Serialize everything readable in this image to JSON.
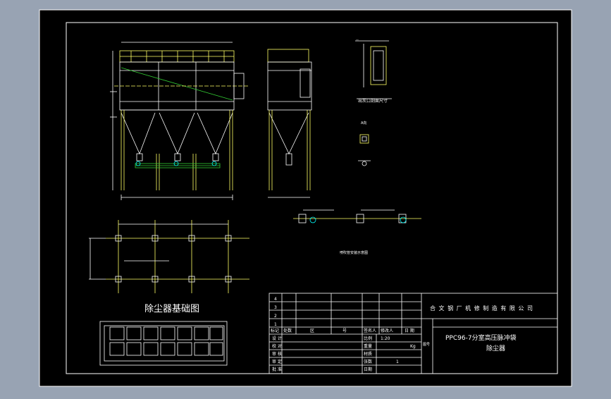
{
  "colors": {
    "background": "#98a3b3",
    "paper": "#000000",
    "line": "#ffffff",
    "yellow": "#ffff66",
    "green": "#33cc33",
    "cyan": "#00ffff"
  },
  "drawing": {
    "foundation_title": "除尘器基础图",
    "company": "合 文 钢 厂 机 修 制 造 有 限 公 司",
    "product_line1": "PPC96-7分室高压脉冲袋",
    "product_line2": "除尘器"
  },
  "title_block": {
    "revision_rows": [
      "4",
      "3",
      "2",
      "1"
    ],
    "header": {
      "mark": "标记",
      "count": "处数",
      "zone": "区",
      "sign": "号",
      "signer": "签名人",
      "changer": "修改人",
      "date": "日 期"
    },
    "rows": [
      {
        "label": "设 计",
        "field": "比例",
        "value": "1:20"
      },
      {
        "label": "校 对",
        "field": "重量",
        "value": "Kg"
      },
      {
        "label": "审 核",
        "field": "材质",
        "value": ""
      },
      {
        "label": "审 定",
        "field": "张数",
        "value": "1"
      },
      {
        "label": "批 准",
        "field": "日期",
        "value": ""
      }
    ],
    "side_label": "图号"
  },
  "detail_labels": {
    "detail_a": "出灰口剖面尺寸",
    "detail_b": "A向",
    "pipe_note": "喷吹管安装示意图"
  }
}
